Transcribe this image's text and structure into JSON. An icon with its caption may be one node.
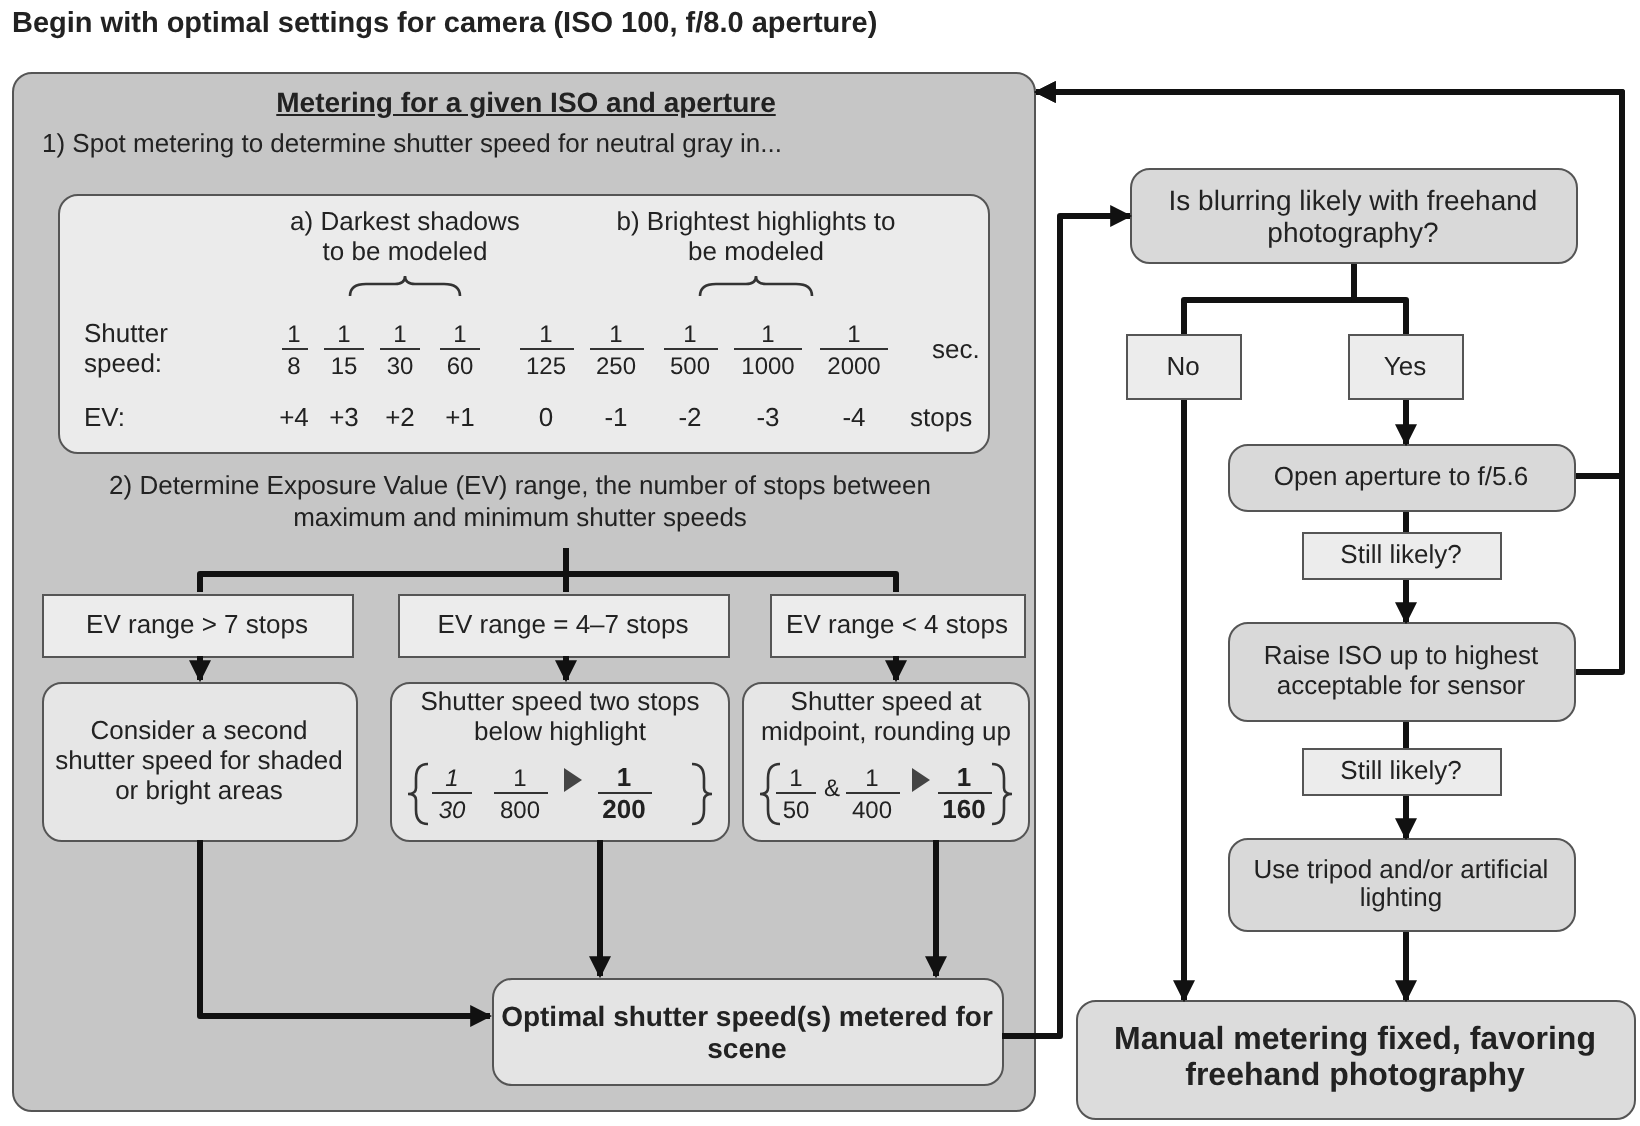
{
  "diagram": {
    "title": "Begin with optimal settings for camera (ISO 100, f/8.0 aperture)",
    "nodes": [
      {
        "text": [
          "Metering for a given ISO and aperture",
          "1) Spot metering to determine shutter speed for neutral gray in..."
        ]
      },
      {
        "text": [
          "a) Darkest shadows to be modeled",
          "b) Brightest highlights to be modeled"
        ],
        "in": 0
      },
      {
        "text": [
          "2) Determine Exposure Value (EV) range, the number of stops between maximum and minimum shutter speeds"
        ],
        "in": 0
      },
      {
        "text": [
          "EV range > 7 stops"
        ],
        "in": 0
      },
      {
        "text": [
          "EV range = 4–7 stops"
        ],
        "in": 0
      },
      {
        "text": [
          "EV range < 4 stops"
        ],
        "in": 0
      },
      {
        "text": [
          "Consider a second shutter speed for shaded or bright areas"
        ],
        "in": 0
      },
      {
        "text": [
          "Shutter speed two stops below highlight",
          "1",
          "30",
          "1",
          "800",
          "1",
          "200"
        ],
        "in": 0
      },
      {
        "text": [
          "Shutter speed at midpoint, rounding up",
          "1",
          "50",
          "&",
          "1",
          "400",
          "1",
          "160"
        ],
        "in": 0
      },
      {
        "text": [
          "Optimal shutter speed(s) metered for scene"
        ],
        "in": 0
      },
      {
        "text": [
          "Is blurring likely with freehand photography?"
        ]
      },
      {
        "text": [
          "No"
        ]
      },
      {
        "text": [
          "Yes"
        ]
      },
      {
        "text": [
          "Open aperture to f/5.6"
        ]
      },
      {
        "text": [
          "Still likely?"
        ]
      },
      {
        "text": [
          "Raise ISO up to highest acceptable for sensor"
        ]
      },
      {
        "text": [
          "Still likely?"
        ]
      },
      {
        "text": [
          "Use tripod and/or artificial lighting"
        ]
      },
      {
        "text": [
          "Manual metering fixed, favoring freehand photography"
        ]
      }
    ],
    "edges": [
      {
        "from": 2,
        "to": 3,
        "arrow": "none"
      },
      {
        "from": 2,
        "to": 4,
        "arrow": "none"
      },
      {
        "from": 2,
        "to": 5,
        "arrow": "none"
      },
      {
        "from": 3,
        "to": 6,
        "arrow": "to"
      },
      {
        "from": 4,
        "to": 7,
        "arrow": "to"
      },
      {
        "from": 5,
        "to": 8,
        "arrow": "to"
      },
      {
        "from": 6,
        "to": 9,
        "arrow": "to"
      },
      {
        "from": 7,
        "to": 9,
        "arrow": "to"
      },
      {
        "from": 8,
        "to": 9,
        "arrow": "to"
      },
      {
        "from": 9,
        "to": 10,
        "arrow": "to"
      },
      {
        "from": 10,
        "to": 11,
        "arrow": "none"
      },
      {
        "from": 10,
        "to": 12,
        "arrow": "none"
      },
      {
        "from": 11,
        "to": 18,
        "arrow": "to"
      },
      {
        "from": 12,
        "to": 13,
        "arrow": "to"
      },
      {
        "from": 13,
        "to": 14,
        "arrow": "none"
      },
      {
        "from": 14,
        "to": 15,
        "arrow": "to"
      },
      {
        "from": 15,
        "to": 16,
        "arrow": "none"
      },
      {
        "from": 16,
        "to": 17,
        "arrow": "to"
      },
      {
        "from": 17,
        "to": 18,
        "arrow": "to"
      },
      {
        "from": 13,
        "to": 0,
        "arrow": "to"
      },
      {
        "from": 15,
        "to": 0,
        "arrow": "to"
      }
    ],
    "labels": [
      "Shutter speed:",
      "1",
      "8",
      "1",
      "15",
      "1",
      "30",
      "1",
      "60",
      "1",
      "125",
      "1",
      "250",
      "1",
      "500",
      "1",
      "1000",
      "1",
      "2000",
      "sec.",
      "EV:",
      "+4",
      "+3",
      "+2",
      "+1",
      "0",
      "-1",
      "-2",
      "-3",
      "-4",
      "stops"
    ]
  }
}
